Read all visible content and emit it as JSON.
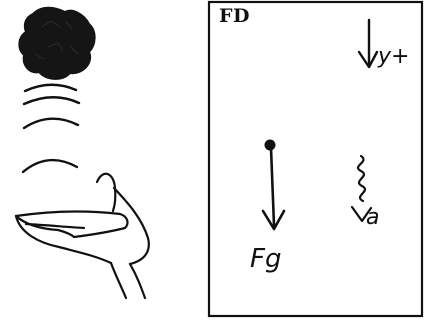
{
  "free_body_diagram": {
    "title": "FD",
    "positive_direction_label": "y+",
    "force_label": "Fg",
    "acceleration_label": "a"
  },
  "icons": {
    "object": "rock-icon",
    "motion": "falling-lines-icon",
    "hand": "open-hand-icon"
  }
}
